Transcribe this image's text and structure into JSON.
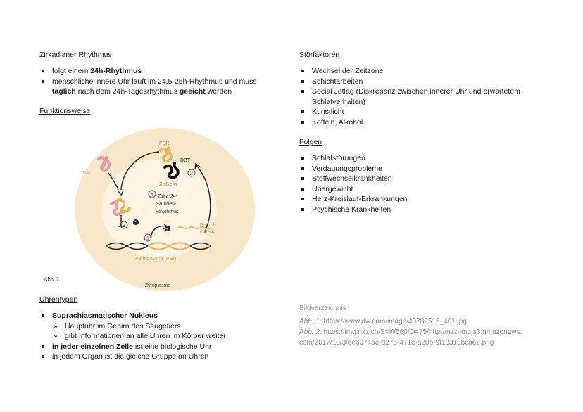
{
  "left": {
    "heading1": "Zirkadianer Rhythmus",
    "rhythm": {
      "b1_pre": "folgt einem ",
      "b1_bold": "24h-Rhythmus",
      "b2_pre": "menschliche innere Uhr läuft im 24,5-25h-Rhythmus und muss ",
      "b2_bold1": "täglich",
      "b2_mid": " nach dem 24h-Tagesrhythmus ",
      "b2_bold2": "geeicht",
      "b2_post": " werden"
    },
    "heading2": "Funktionsweise",
    "figure": {
      "caption": "Abb. 2",
      "labels": {
        "per": "PER",
        "dbt": "DBT",
        "tim": "TIM",
        "zellkern": "Zellkern",
        "zirka": "Zirka-24-",
        "stunden": "Stunden-",
        "rhythmus": "Rhythmus",
        "period_mrna_1": "Period-",
        "period_mrna_2": "mRNA",
        "gene": "Period-Gene (PER)",
        "zytoplasma": "Zytoplasma",
        "n1": "1",
        "n2": "2",
        "n3": "3",
        "n4": "4"
      }
    },
    "heading3": "Uhrentypen",
    "types": {
      "t1_bold": "Suprachiasmatischer Nukleus",
      "t1_sub1": "Hauptuhr im Gehirn des Säugetiers",
      "t1_sub2": "gibt Informationen an alle Uhren im Körper weiter",
      "t2_bold": "in jeder einzelnen Zelle",
      "t2_post": " ist eine biologische Uhr",
      "t3": "in jedem Organ ist die gleiche Gruppe an Uhren"
    }
  },
  "right": {
    "heading1": "Störfaktoren",
    "stoer": [
      "Wechsel der Zeitzone",
      "Schichtarbeiten",
      "Social Jetlag (Diskrepanz zwischen innerer Uhr und erwartetem Schlafverhalten)",
      "Kunstlicht",
      "Koffein, Alkohol"
    ],
    "heading2": "Folgen",
    "folgen": [
      "Schlafstörungen",
      "Verdauungsprobleme",
      "Stoffwechselkrankheiten",
      "Übergewicht",
      "Herz-Kreislauf-Erkrankungen",
      "Psychische Krankheiten"
    ],
    "bild_heading": "Bildverzeichnis",
    "abb1_label": "Abb. 1",
    "abb1_text": ": https://www.dw.com/image/40782515_401.jpg",
    "abb2_label": "Abb. 2",
    "abb2_text1": ": https://img.nzz.ch/S=W560/O=75/http://nzz-img.s3.amazonaws.",
    "abb2_text2": "com/2017/10/3/be6374ae-d275-471e-a20b-9f18313bcaa2.png"
  }
}
